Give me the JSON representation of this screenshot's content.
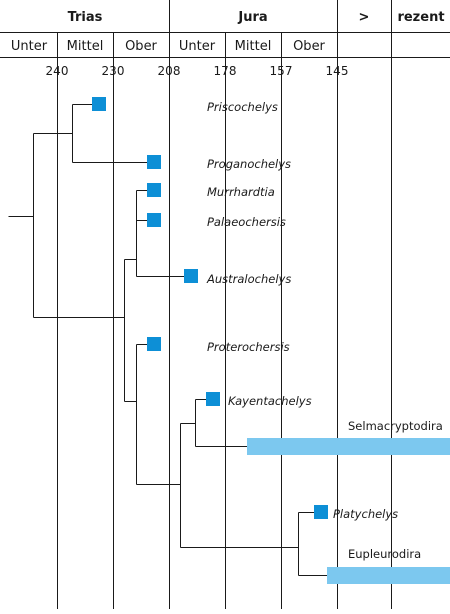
{
  "colors": {
    "fossil_marker": "#0d8fd6",
    "extant_bar": "#7cc8ef",
    "lines": "#1a1a1a",
    "background": "#ffffff"
  },
  "header": {
    "periods": [
      "Trias",
      "Jura",
      ">",
      "rezent"
    ],
    "epochs": [
      "Unter",
      "Mittel",
      "Ober",
      "Unter",
      "Mittel",
      "Ober"
    ],
    "ages": [
      "240",
      "230",
      "208",
      "178",
      "157",
      "145"
    ]
  },
  "taxa": [
    "Priscochelys",
    "Proganochelys",
    "Murrhardtia",
    "Palaeochersis",
    "Australochelys",
    "Proterochersis",
    "Kayentachelys",
    "Platychelys"
  ],
  "clades": [
    "Selmacryptodira",
    "Eupleurodira"
  ]
}
